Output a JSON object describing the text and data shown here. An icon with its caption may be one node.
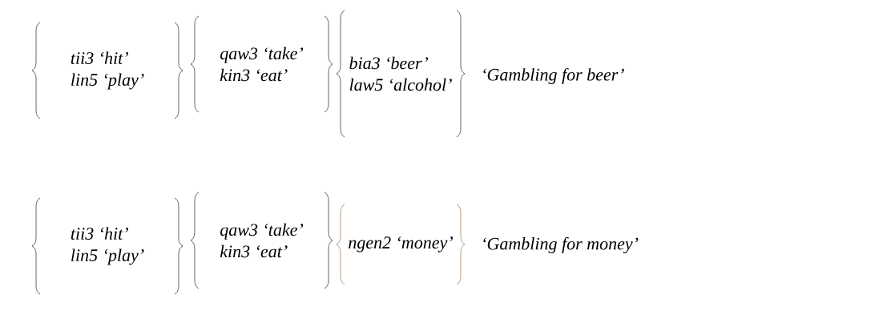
{
  "diagram": {
    "nodes": [
      {
        "text": [
          "tii3 ‘hit’",
          "lin5 ‘play’"
        ]
      },
      {
        "text": [
          "qaw3 ‘take’",
          "kin3 ‘eat’"
        ]
      },
      {
        "text": [
          "bia3 ‘beer’",
          "law5 ‘alcohol’"
        ]
      },
      {
        "text": [
          "tii3 ‘hit’",
          "lin5 ‘play’"
        ]
      },
      {
        "text": [
          "qaw3 ‘take’",
          "kin3 ‘eat’"
        ]
      },
      {
        "text": [
          "ngen2 ‘money’"
        ]
      }
    ],
    "labels": [
      "‘Gambling for beer’",
      "‘Gambling for money’"
    ]
  }
}
